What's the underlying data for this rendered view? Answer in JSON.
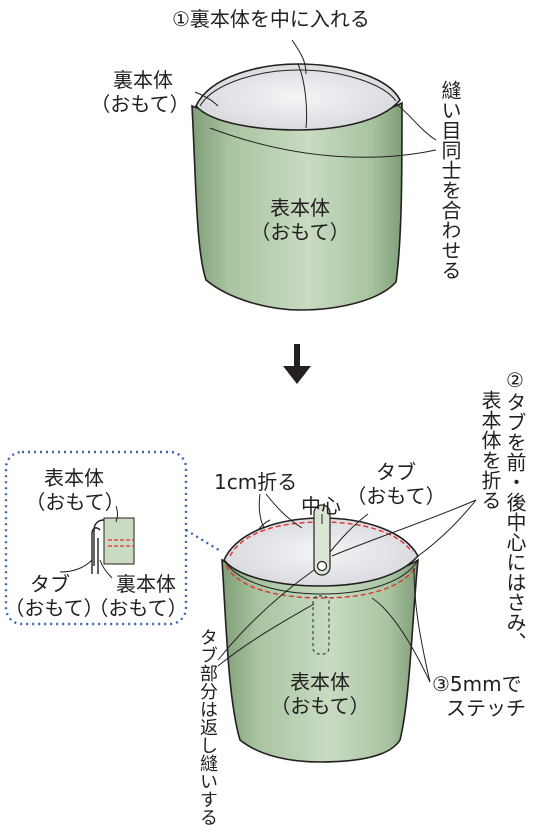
{
  "top": {
    "step1": "①裏本体を中に入れる",
    "inner_line1": "裏本体",
    "inner_line2": "（おもて）",
    "outer_line1": "表本体",
    "outer_line2": "（おもて）",
    "seams": "縫い目同士を合わせる"
  },
  "arrow": "down-arrow",
  "bottom": {
    "step2_line1": "②タブを前・後中心にはさみ、",
    "step2_line2": "表本体を折る",
    "fold": "1cm折る",
    "tab_line1": "タブ",
    "tab_line2": "（おもて）",
    "center": "中心",
    "outer_line1": "表本体",
    "outer_line2": "（おもて）",
    "backstitch": "タブ部分は返し縫いする",
    "stitch_line1": "③5mmで",
    "stitch_line2": "ステッチ"
  },
  "detail": {
    "outer_line1": "表本体",
    "outer_line2": "（おもて）",
    "tab_line1": "タブ",
    "tab_line2": "（おもて）",
    "inner_line1": "裏本体",
    "inner_line2": "（おもて）"
  },
  "colors": {
    "body_green": "#a9c4a0",
    "body_edge": "#7f9e78",
    "lining_gray": "#e8e9ec",
    "stitch_red": "#e0312f",
    "dotted_blue": "#3a64b0",
    "ink": "#231f20"
  }
}
